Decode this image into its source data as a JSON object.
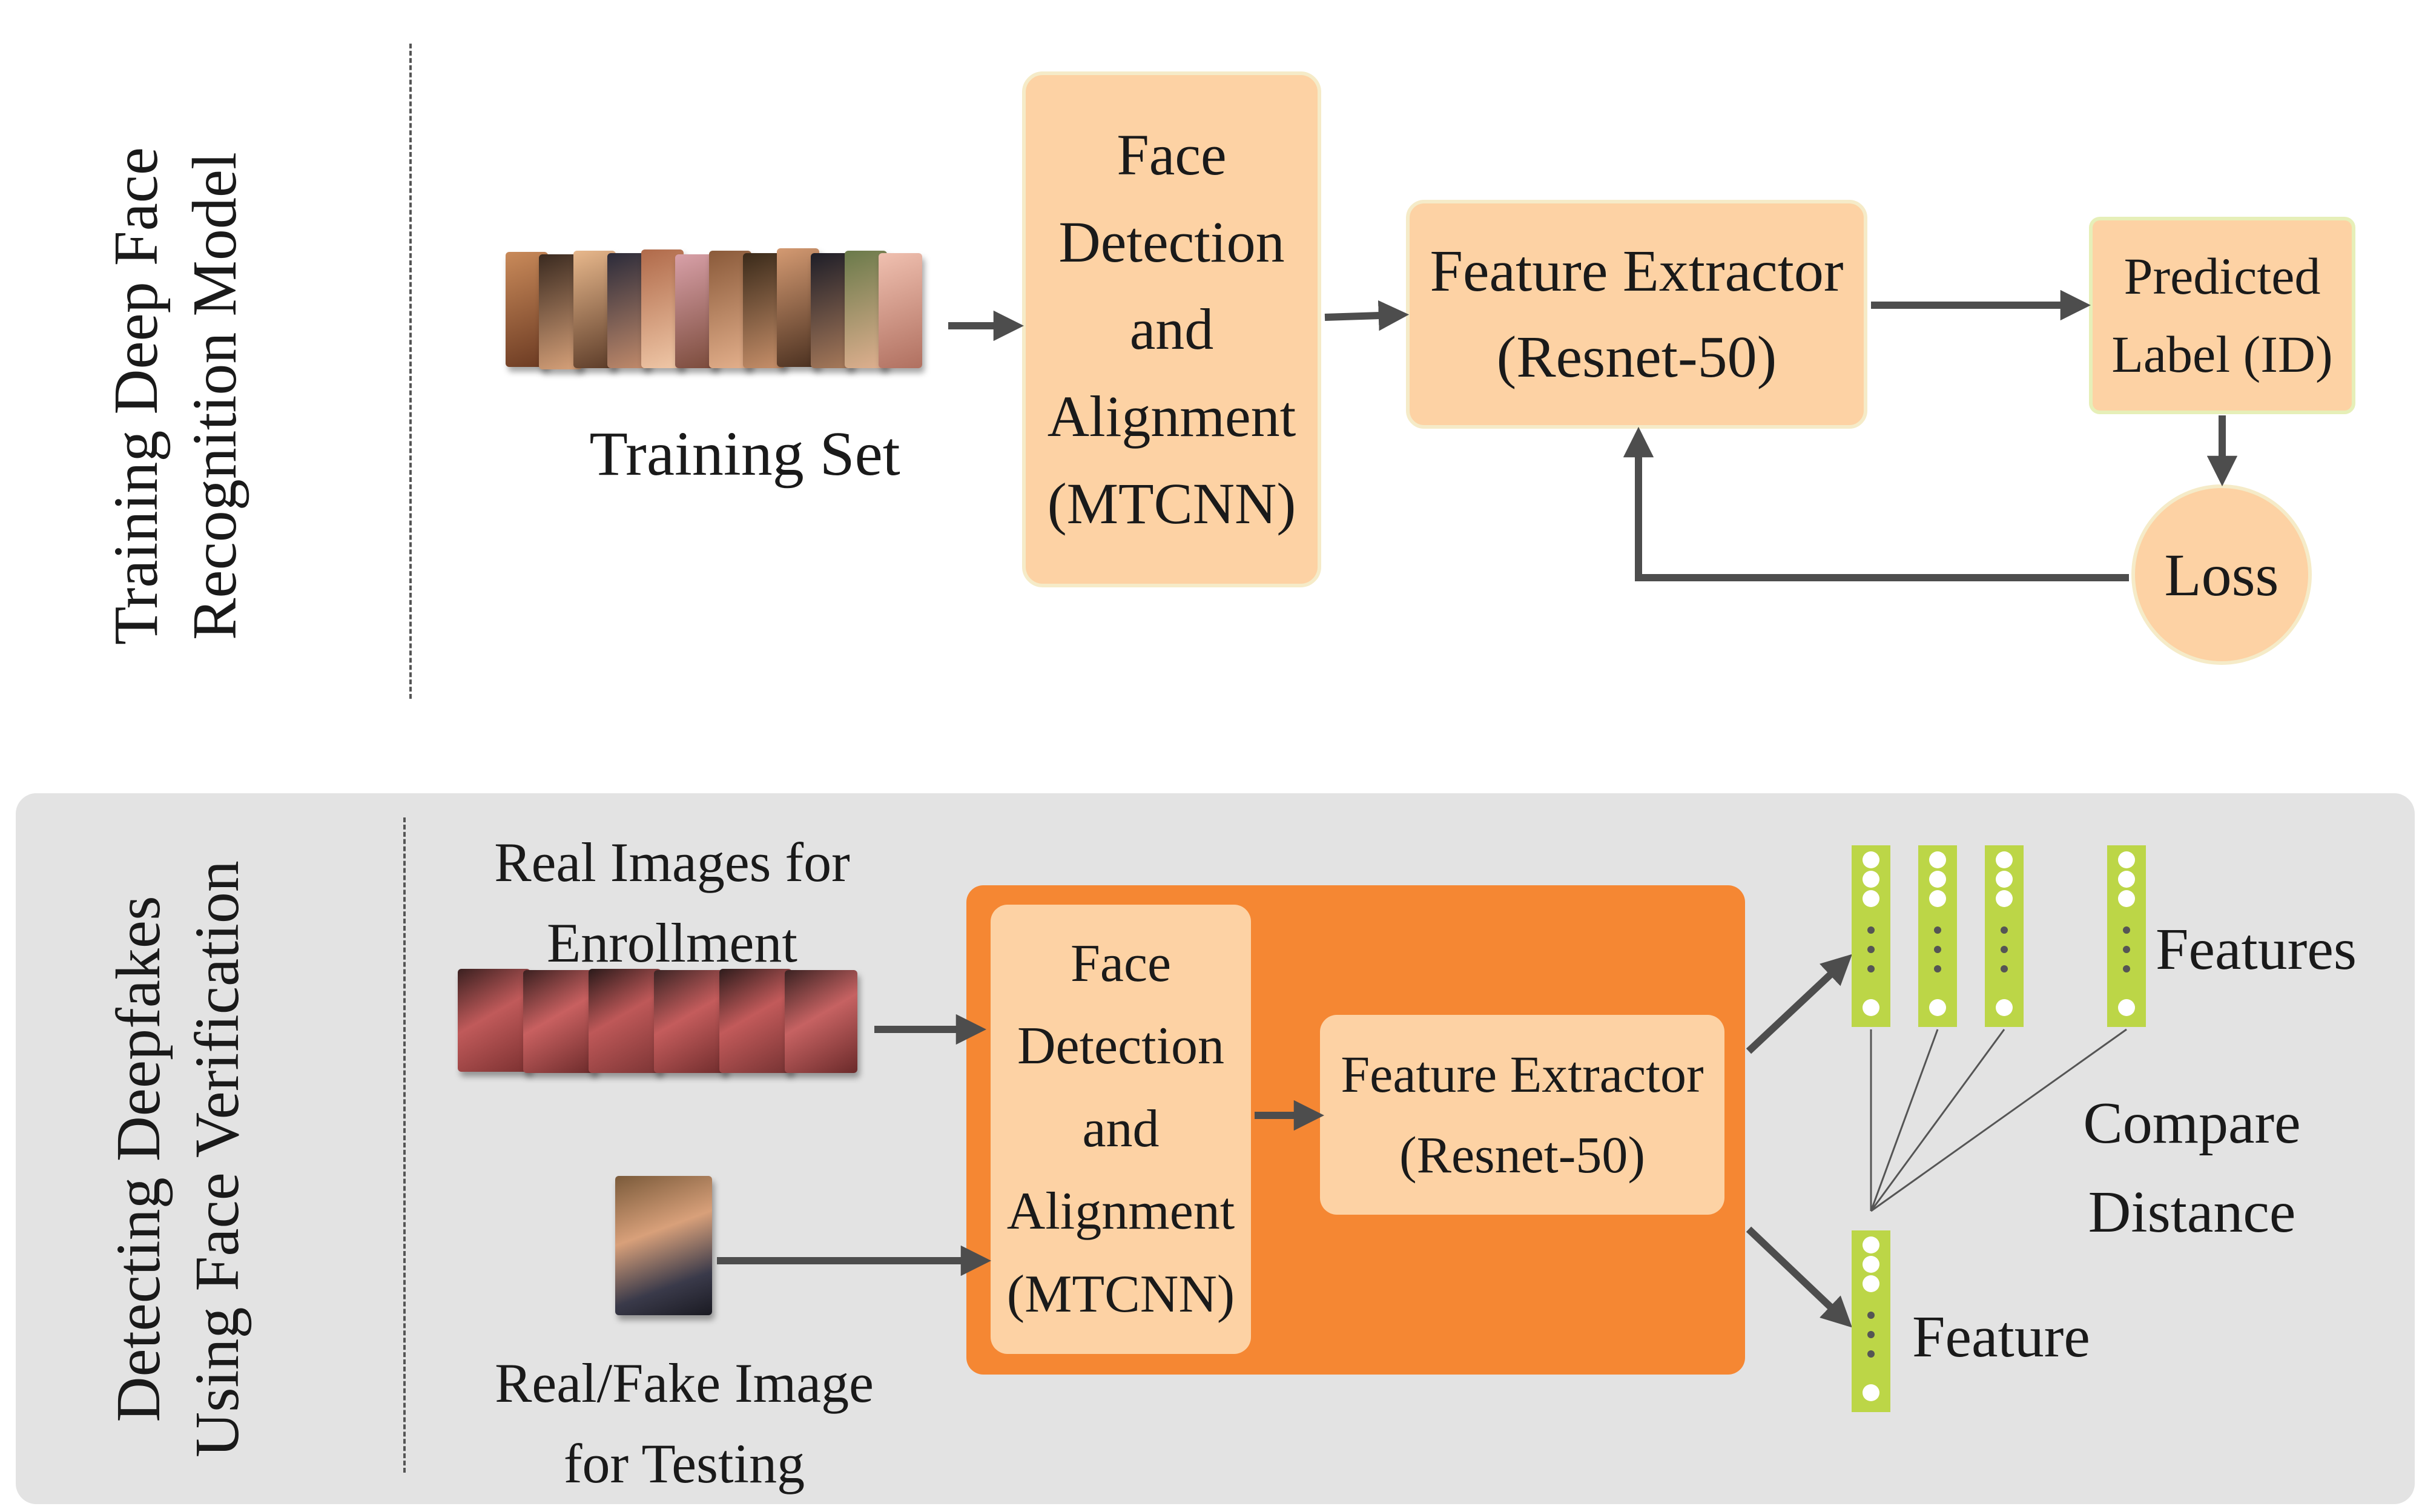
{
  "colors": {
    "box_light": "#fdd2a4",
    "box_border": "#f5ebc8",
    "box_orange": "#f58733",
    "panel_gray": "#e3e3e3",
    "arrow": "#4d4d4d",
    "feature_green": "#bcd647",
    "node_white": "#ffffff"
  },
  "training": {
    "section_title_line1": "Training Deep Face",
    "section_title_line2": "Recognition Model",
    "training_set_label": "Training Set",
    "face_detection": {
      "line1": "Face",
      "line2": "Detection",
      "line3": "and",
      "line4": "Alignment",
      "line5": "(MTCNN)"
    },
    "feature_extractor": {
      "line1": "Feature Extractor",
      "line2": "(Resnet-50)"
    },
    "predicted_label": {
      "line1": "Predicted",
      "line2": "Label (ID)"
    },
    "loss": "Loss"
  },
  "detecting": {
    "section_title_line1": "Detecting Deepfakes",
    "section_title_line2": "Using Face Verification",
    "enrollment_label": {
      "line1": "Real Images for",
      "line2": "Enrollment"
    },
    "testing_label": {
      "line1": "Real/Fake Image",
      "line2": "for Testing"
    },
    "face_detection": {
      "line1": "Face",
      "line2": "Detection",
      "line3": "and",
      "line4": "Alignment",
      "line5": "(MTCNN)"
    },
    "feature_extractor": {
      "line1": "Feature Extractor",
      "line2": "(Resnet-50)"
    },
    "features_label": "Features",
    "compare_label": {
      "line1": "Compare",
      "line2": "Distance"
    },
    "feature_label": "Feature"
  }
}
